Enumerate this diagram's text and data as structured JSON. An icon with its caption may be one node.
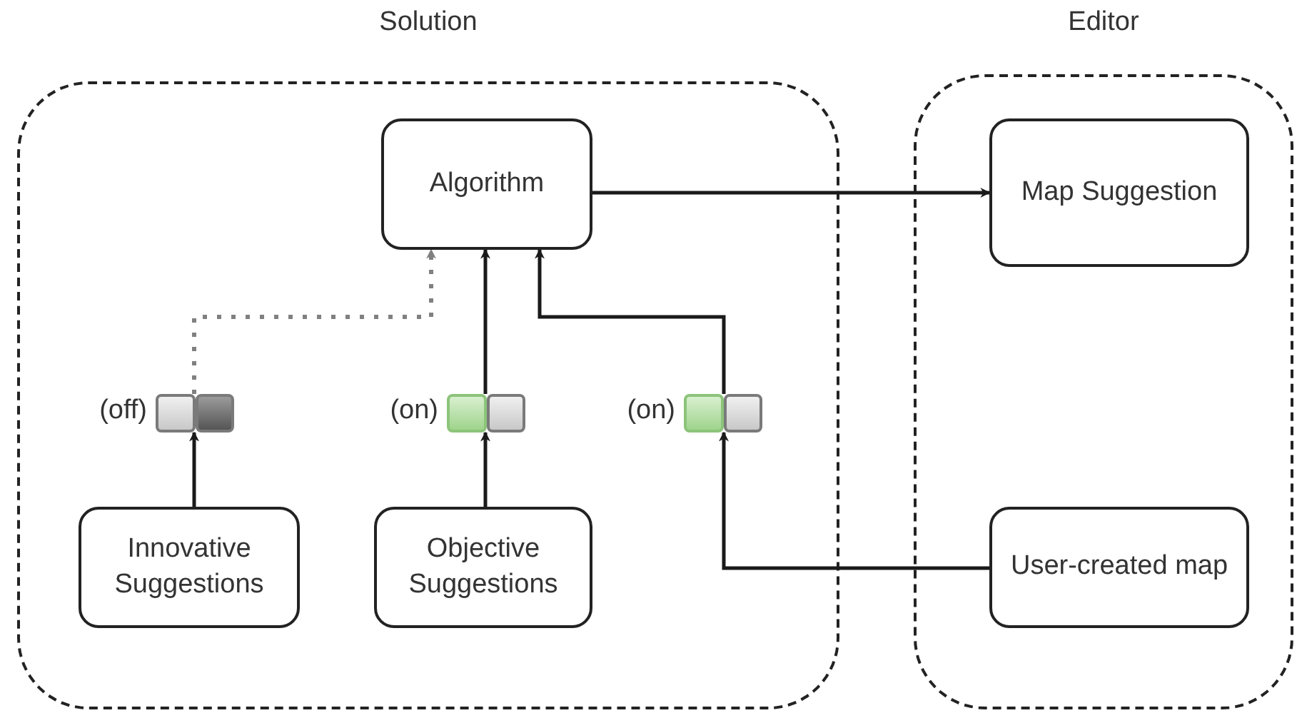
{
  "diagram": {
    "nodes": [
      {
        "text": [
          "Solution"
        ]
      },
      {
        "text": [
          "Editor"
        ]
      },
      {
        "text": [
          "Algorithm"
        ],
        "in": 0
      },
      {
        "text": [
          "Map Suggestion"
        ],
        "in": 1
      },
      {
        "text": [],
        "shape": "toggle",
        "beside": [
          "(off)"
        ],
        "in": 0
      },
      {
        "text": [],
        "shape": "toggle",
        "beside": [
          "(on)"
        ],
        "in": 0
      },
      {
        "text": [],
        "shape": "toggle",
        "beside": [
          "(on)"
        ],
        "in": 0
      },
      {
        "text": [
          "Innovative Suggestions"
        ],
        "in": 0
      },
      {
        "text": [
          "Objective Suggestions"
        ],
        "in": 0
      },
      {
        "text": [
          "User-created map"
        ],
        "in": 1
      }
    ],
    "edges": [
      {
        "from": 2,
        "to": 3,
        "arrow": "to"
      },
      {
        "from": 7,
        "to": 4,
        "arrow": "to"
      },
      {
        "from": 4,
        "to": 2,
        "arrow": "to",
        "style": "dashed",
        "color": "#808080"
      },
      {
        "from": 8,
        "to": 5,
        "arrow": "to"
      },
      {
        "from": 5,
        "to": 2,
        "arrow": "to"
      },
      {
        "from": 9,
        "to": 6,
        "arrow": "to"
      },
      {
        "from": 6,
        "to": 2,
        "arrow": "to"
      }
    ]
  }
}
